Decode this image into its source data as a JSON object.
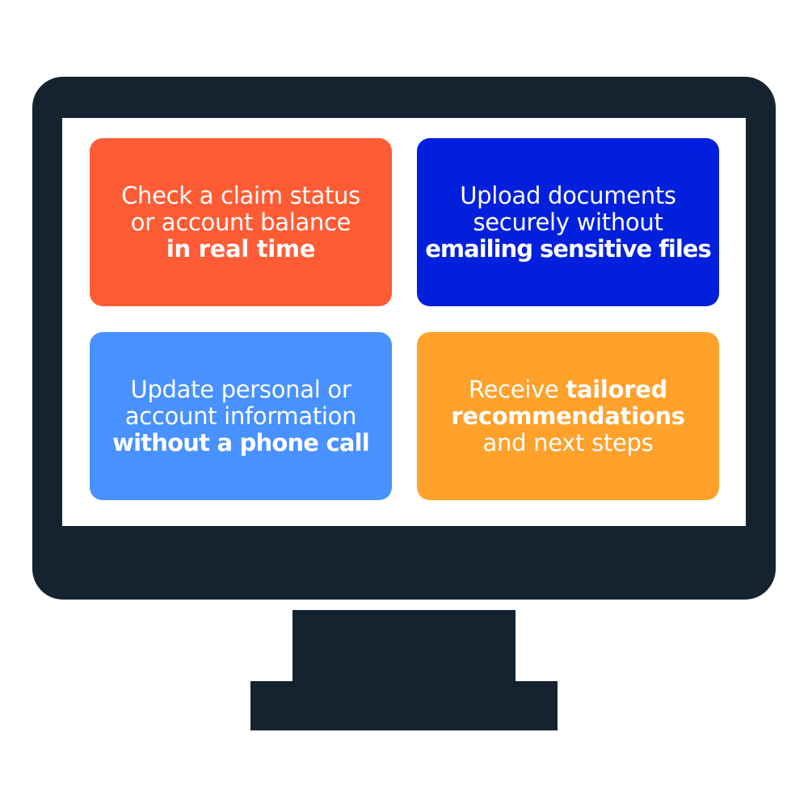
{
  "colors": {
    "monitor": "#14232f",
    "screen": "#ffffff",
    "card_1": "#ff5c35",
    "card_2": "#0220dc",
    "card_3": "#4891ff",
    "card_4": "#ffa12b",
    "text": "#ffffff"
  },
  "cards": [
    {
      "line_1": "Check a claim status",
      "line_2": "or account balance",
      "line_3": "in real time"
    },
    {
      "line_1": "Upload documents",
      "line_2": "securely without",
      "line_3": "emailing sensitive files"
    },
    {
      "line_1": "Update personal or",
      "line_2": "account information",
      "line_3": "without a phone call"
    },
    {
      "line_1_regular": "Receive ",
      "line_1_bold": "tailored",
      "line_2": "recommendations",
      "line_3": "and next steps"
    }
  ]
}
